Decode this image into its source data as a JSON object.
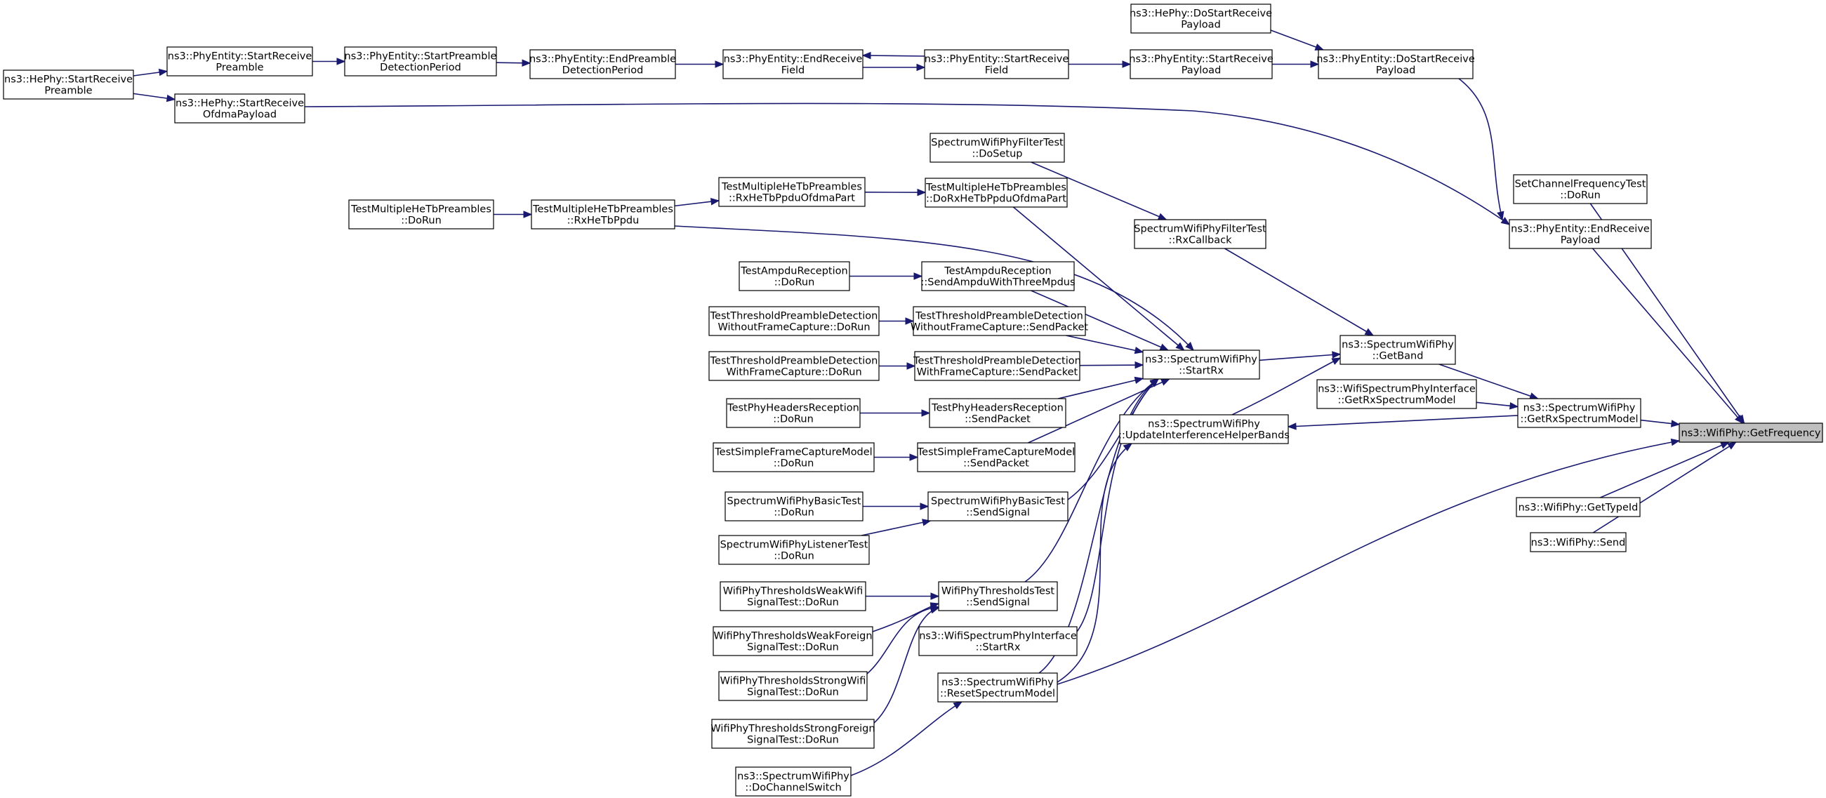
{
  "graph": {
    "title": "ns3::WifiPhy::GetFrequency",
    "colors": {
      "edge": "#191970",
      "node_border": "#000000",
      "focus_fill": "#bfbfbf",
      "background": "#ffffff"
    },
    "nodes": [
      {
        "id": "getfreq",
        "lines": [
          "ns3::WifiPhy::GetFrequency"
        ],
        "focus": true
      },
      {
        "id": "setchan",
        "lines": [
          "SetChannelFrequencyTest",
          "::DoRun"
        ]
      },
      {
        "id": "endrecvpayload",
        "lines": [
          "ns3::PhyEntity::EndReceive",
          "Payload"
        ]
      },
      {
        "id": "getrxspec",
        "lines": [
          "ns3::SpectrumWifiPhy",
          "::GetRxSpectrumModel"
        ]
      },
      {
        "id": "gettypeid",
        "lines": [
          "ns3::WifiPhy::GetTypeId"
        ]
      },
      {
        "id": "wifisend",
        "lines": [
          "ns3::WifiPhy::Send"
        ]
      },
      {
        "id": "hedostart",
        "lines": [
          "ns3::HePhy::DoStartReceive",
          "Payload"
        ]
      },
      {
        "id": "dostartpayload",
        "lines": [
          "ns3::PhyEntity::DoStartReceive",
          "Payload"
        ]
      },
      {
        "id": "startrecvpayload",
        "lines": [
          "ns3::PhyEntity::StartReceive",
          "Payload"
        ]
      },
      {
        "id": "startrecvfield",
        "lines": [
          "ns3::PhyEntity::StartReceive",
          "Field"
        ]
      },
      {
        "id": "endrecvfield",
        "lines": [
          "ns3::PhyEntity::EndReceive",
          "Field"
        ]
      },
      {
        "id": "endpreamble",
        "lines": [
          "ns3::PhyEntity::EndPreamble",
          "DetectionPeriod"
        ]
      },
      {
        "id": "startpreambledet",
        "lines": [
          "ns3::PhyEntity::StartPreamble",
          "DetectionPeriod"
        ]
      },
      {
        "id": "startrecvpreamble",
        "lines": [
          "ns3::PhyEntity::StartReceive",
          "Preamble"
        ]
      },
      {
        "id": "hestartpreamble",
        "lines": [
          "ns3::HePhy::StartReceive",
          "Preamble"
        ]
      },
      {
        "id": "hestartofdma",
        "lines": [
          "ns3::HePhy::StartReceive",
          "OfdmaPayload"
        ]
      },
      {
        "id": "wifispecinterface",
        "lines": [
          "ns3::WifiSpectrumPhyInterface",
          "::GetRxSpectrumModel"
        ]
      },
      {
        "id": "getband",
        "lines": [
          "ns3::SpectrumWifiPhy",
          "::GetBand"
        ]
      },
      {
        "id": "updateinterf",
        "lines": [
          "ns3::SpectrumWifiPhy",
          "::UpdateInterferenceHelperBands"
        ]
      },
      {
        "id": "rxcallback",
        "lines": [
          "SpectrumWifiPhyFilterTest",
          "::RxCallback"
        ]
      },
      {
        "id": "filtersetup",
        "lines": [
          "SpectrumWifiPhyFilterTest",
          "::DoSetup"
        ]
      },
      {
        "id": "startrx",
        "lines": [
          "ns3::SpectrumWifiPhy",
          "::StartRx"
        ]
      },
      {
        "id": "tmhdorx",
        "lines": [
          "TestMultipleHeTbPreambles",
          "::DoRxHeTbPpduOfdmaPart"
        ]
      },
      {
        "id": "tmhrxofdma",
        "lines": [
          "TestMultipleHeTbPreambles",
          "::RxHeTbPpduOfdmaPart"
        ]
      },
      {
        "id": "tmhrx",
        "lines": [
          "TestMultipleHeTbPreambles",
          "::RxHeTbPpdu"
        ]
      },
      {
        "id": "tmhdorun",
        "lines": [
          "TestMultipleHeTbPreambles",
          "::DoRun"
        ]
      },
      {
        "id": "ampdusend",
        "lines": [
          "TestAmpduReception",
          "::SendAmpduWithThreeMpdus"
        ]
      },
      {
        "id": "ampdurun",
        "lines": [
          "TestAmpduReception",
          "::DoRun"
        ]
      },
      {
        "id": "tpdwosend",
        "lines": [
          "TestThresholdPreambleDetection",
          "WithoutFrameCapture::SendPacket"
        ]
      },
      {
        "id": "tpdworun",
        "lines": [
          "TestThresholdPreambleDetection",
          "WithoutFrameCapture::DoRun"
        ]
      },
      {
        "id": "tpdwsend",
        "lines": [
          "TestThresholdPreambleDetection",
          "WithFrameCapture::SendPacket"
        ]
      },
      {
        "id": "tpdwrun",
        "lines": [
          "TestThresholdPreambleDetection",
          "WithFrameCapture::DoRun"
        ]
      },
      {
        "id": "phyhdrsend",
        "lines": [
          "TestPhyHeadersReception",
          "::SendPacket"
        ]
      },
      {
        "id": "phyhdrrun",
        "lines": [
          "TestPhyHeadersReception",
          "::DoRun"
        ]
      },
      {
        "id": "sfcmsend",
        "lines": [
          "TestSimpleFrameCaptureModel",
          "::SendPacket"
        ]
      },
      {
        "id": "sfcmrun",
        "lines": [
          "TestSimpleFrameCaptureModel",
          "::DoRun"
        ]
      },
      {
        "id": "basicsend",
        "lines": [
          "SpectrumWifiPhyBasicTest",
          "::SendSignal"
        ]
      },
      {
        "id": "basicrun",
        "lines": [
          "SpectrumWifiPhyBasicTest",
          "::DoRun"
        ]
      },
      {
        "id": "listenerrun",
        "lines": [
          "SpectrumWifiPhyListenerTest",
          "::DoRun"
        ]
      },
      {
        "id": "threshsend",
        "lines": [
          "WifiPhyThresholdsTest",
          "::SendSignal"
        ]
      },
      {
        "id": "weakwifi",
        "lines": [
          "WifiPhyThresholdsWeakWifi",
          "SignalTest::DoRun"
        ]
      },
      {
        "id": "weakforeign",
        "lines": [
          "WifiPhyThresholdsWeakForeign",
          "SignalTest::DoRun"
        ]
      },
      {
        "id": "strongwifi",
        "lines": [
          "WifiPhyThresholdsStrongWifi",
          "SignalTest::DoRun"
        ]
      },
      {
        "id": "strongforeign",
        "lines": [
          "WifiPhyThresholdsStrongForeign",
          "SignalTest::DoRun"
        ]
      },
      {
        "id": "ifacestartrx",
        "lines": [
          "ns3::WifiSpectrumPhyInterface",
          "::StartRx"
        ]
      },
      {
        "id": "resetspec",
        "lines": [
          "ns3::SpectrumWifiPhy",
          "::ResetSpectrumModel"
        ]
      },
      {
        "id": "dochanswitch",
        "lines": [
          "ns3::SpectrumWifiPhy",
          "::DoChannelSwitch"
        ]
      }
    ],
    "edges": [
      {
        "from": "setchan",
        "to": "getfreq"
      },
      {
        "from": "endrecvpayload",
        "to": "getfreq"
      },
      {
        "from": "getrxspec",
        "to": "getfreq"
      },
      {
        "from": "gettypeid",
        "to": "getfreq"
      },
      {
        "from": "wifisend",
        "to": "getfreq"
      },
      {
        "from": "resetspec",
        "to": "getfreq"
      },
      {
        "from": "dostartpayload",
        "to": "endrecvpayload"
      },
      {
        "from": "hestartofdma",
        "to": "endrecvpayload"
      },
      {
        "from": "hedostart",
        "to": "dostartpayload"
      },
      {
        "from": "startrecvpayload",
        "to": "dostartpayload"
      },
      {
        "from": "startrecvfield",
        "to": "startrecvpayload"
      },
      {
        "from": "startrecvfield",
        "to": "endrecvfield"
      },
      {
        "from": "endrecvfield",
        "to": "startrecvfield"
      },
      {
        "from": "endpreamble",
        "to": "endrecvfield"
      },
      {
        "from": "startpreambledet",
        "to": "endpreamble"
      },
      {
        "from": "startrecvpreamble",
        "to": "startpreambledet"
      },
      {
        "from": "hestartpreamble",
        "to": "startrecvpreamble"
      },
      {
        "from": "hestartpreamble",
        "to": "hestartofdma"
      },
      {
        "from": "getband",
        "to": "getrxspec"
      },
      {
        "from": "wifispecinterface",
        "to": "getrxspec"
      },
      {
        "from": "getrxspec",
        "to": "updateinterf"
      },
      {
        "from": "rxcallback",
        "to": "getband"
      },
      {
        "from": "startrx",
        "to": "getband"
      },
      {
        "from": "updateinterf",
        "to": "getband"
      },
      {
        "from": "filtersetup",
        "to": "rxcallback"
      },
      {
        "from": "tmhdorx",
        "to": "startrx"
      },
      {
        "from": "tmhrx",
        "to": "startrx"
      },
      {
        "from": "ampdusend",
        "to": "startrx"
      },
      {
        "from": "tpdwosend",
        "to": "startrx"
      },
      {
        "from": "tpdwsend",
        "to": "startrx"
      },
      {
        "from": "phyhdrsend",
        "to": "startrx"
      },
      {
        "from": "sfcmsend",
        "to": "startrx"
      },
      {
        "from": "basicsend",
        "to": "startrx"
      },
      {
        "from": "threshsend",
        "to": "startrx"
      },
      {
        "from": "ifacestartrx",
        "to": "startrx"
      },
      {
        "from": "resetspec",
        "to": "startrx"
      },
      {
        "from": "tmhrxofdma",
        "to": "tmhdorx"
      },
      {
        "from": "tmhrx",
        "to": "tmhrxofdma"
      },
      {
        "from": "tmhdorun",
        "to": "tmhrx"
      },
      {
        "from": "ampdurun",
        "to": "ampdusend"
      },
      {
        "from": "tpdworun",
        "to": "tpdwosend"
      },
      {
        "from": "tpdwrun",
        "to": "tpdwsend"
      },
      {
        "from": "phyhdrrun",
        "to": "phyhdrsend"
      },
      {
        "from": "sfcmrun",
        "to": "sfcmsend"
      },
      {
        "from": "basicrun",
        "to": "basicsend"
      },
      {
        "from": "listenerrun",
        "to": "basicsend"
      },
      {
        "from": "weakwifi",
        "to": "threshsend"
      },
      {
        "from": "weakforeign",
        "to": "threshsend"
      },
      {
        "from": "strongwifi",
        "to": "threshsend"
      },
      {
        "from": "strongforeign",
        "to": "threshsend"
      },
      {
        "from": "resetspec",
        "to": "updateinterf"
      },
      {
        "from": "dochanswitch",
        "to": "resetspec"
      }
    ]
  }
}
